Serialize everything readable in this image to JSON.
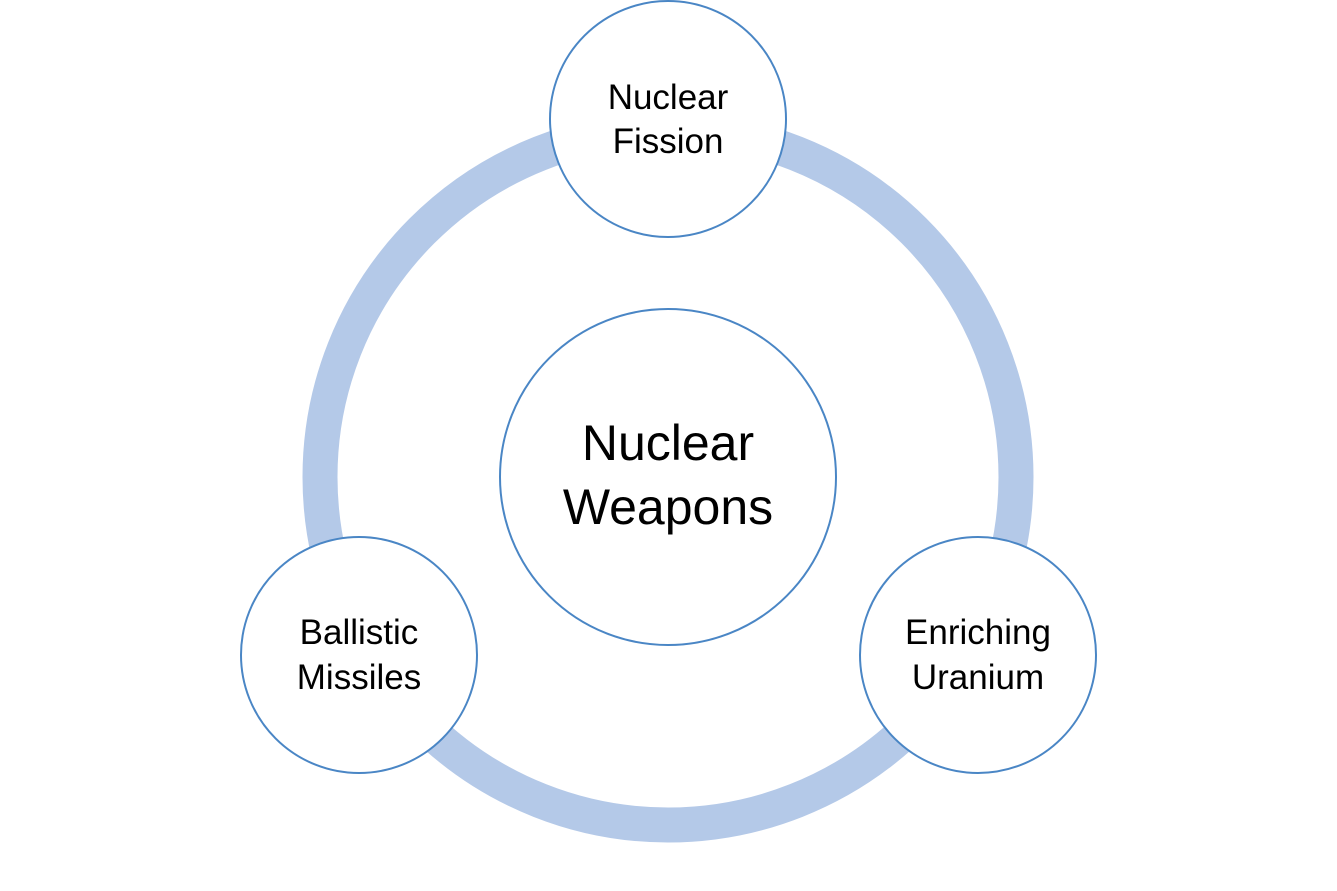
{
  "diagram": {
    "type": "cycle",
    "ring_color": "#b4c9e8",
    "node_border_color": "#4a86c5",
    "node_fill_color": "#ffffff",
    "center": {
      "line1": "Nuclear",
      "line2": "Weapons"
    },
    "nodes": [
      {
        "line1": "Nuclear",
        "line2": "Fission"
      },
      {
        "line1": "Enriching",
        "line2": "Uranium"
      },
      {
        "line1": "Ballistic",
        "line2": "Missiles"
      }
    ]
  }
}
